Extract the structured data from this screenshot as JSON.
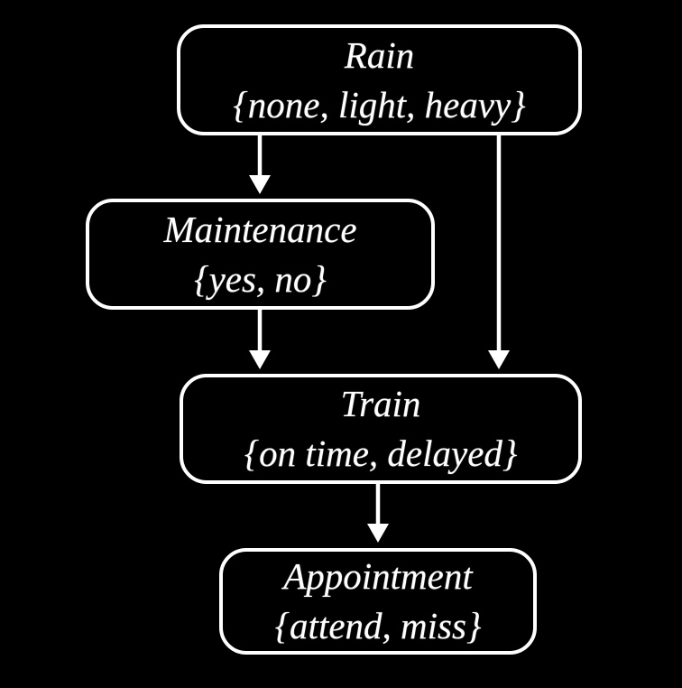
{
  "colors": {
    "background": "#000000",
    "node_border": "#ffffff",
    "node_text": "#ffffff",
    "edge": "#ffffff"
  },
  "diagram": {
    "type": "bayesian-network",
    "nodes": [
      {
        "id": "rain",
        "label": "Rain",
        "values": "{none, light, heavy}"
      },
      {
        "id": "maintenance",
        "label": "Maintenance",
        "values": "{yes, no}"
      },
      {
        "id": "train",
        "label": "Train",
        "values": "{on time, delayed}"
      },
      {
        "id": "appointment",
        "label": "Appointment",
        "values": "{attend, miss}"
      }
    ],
    "edges": [
      {
        "from": "rain",
        "to": "maintenance"
      },
      {
        "from": "rain",
        "to": "train"
      },
      {
        "from": "maintenance",
        "to": "train"
      },
      {
        "from": "train",
        "to": "appointment"
      }
    ]
  }
}
